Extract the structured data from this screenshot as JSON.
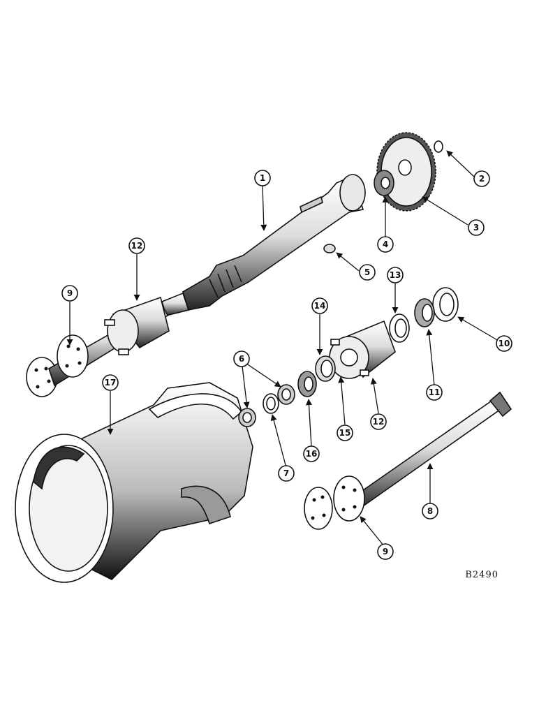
{
  "reference_code": "B2490",
  "callouts": [
    "1",
    "2",
    "3",
    "4",
    "5",
    "6",
    "7",
    "8",
    "9",
    "10",
    "11",
    "12",
    "13",
    "14",
    "15",
    "16",
    "17"
  ],
  "colors": {
    "ink": "#111111",
    "paper": "#ffffff",
    "shade": "#3a3a3a"
  }
}
